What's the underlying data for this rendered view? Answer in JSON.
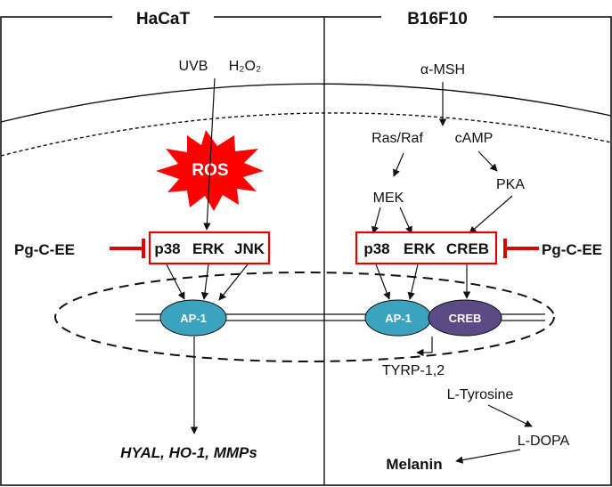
{
  "panels": {
    "left_title": "HaCaT",
    "right_title": "B16F10"
  },
  "stimuli": {
    "uvb": "UVB",
    "h2o2": "H₂O₂",
    "amsh": "α-MSH"
  },
  "ros": {
    "label": "ROS",
    "color": "#ff0000"
  },
  "left_kinases": [
    "p38",
    "ERK",
    "JNK"
  ],
  "right_kinases": [
    "p38",
    "ERK",
    "CREB"
  ],
  "inhibitor": {
    "label": "Pg-C-EE",
    "color": "#e00000"
  },
  "signaling": {
    "rasraf": "Ras/Raf",
    "camp": "cAMP",
    "mek": "MEK",
    "pka": "PKA"
  },
  "transcription_factors": {
    "ap1": "AP-1",
    "creb": "CREB",
    "ap1_color": "#3ba3bd",
    "creb_color": "#5b4a86"
  },
  "outputs": {
    "left_targets": "HYAL, HO-1, MMPs",
    "tyrp": "TYRP-1,2",
    "ltyrosine": "L-Tyrosine",
    "ldopa": "L-DOPA",
    "melanin": "Melanin"
  }
}
